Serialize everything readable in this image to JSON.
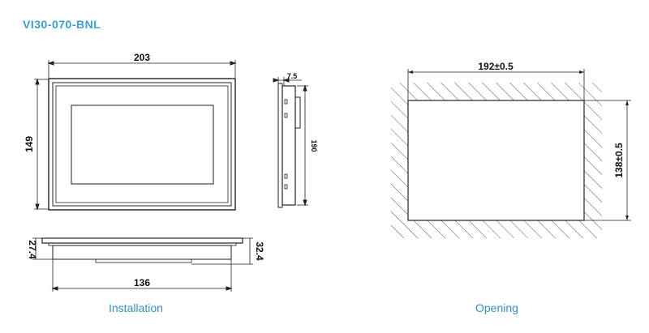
{
  "header": {
    "model": "VI30-070-BNL"
  },
  "installation": {
    "caption": "Installation",
    "front_width": "203",
    "front_height": "149",
    "side_depth": "7.5",
    "side_height": "190",
    "bottom_left_depth": "27.4",
    "bottom_right_depth": "32.4",
    "bottom_width": "136"
  },
  "opening": {
    "caption": "Opening",
    "width": "192±0.5",
    "height": "138±0.5"
  }
}
